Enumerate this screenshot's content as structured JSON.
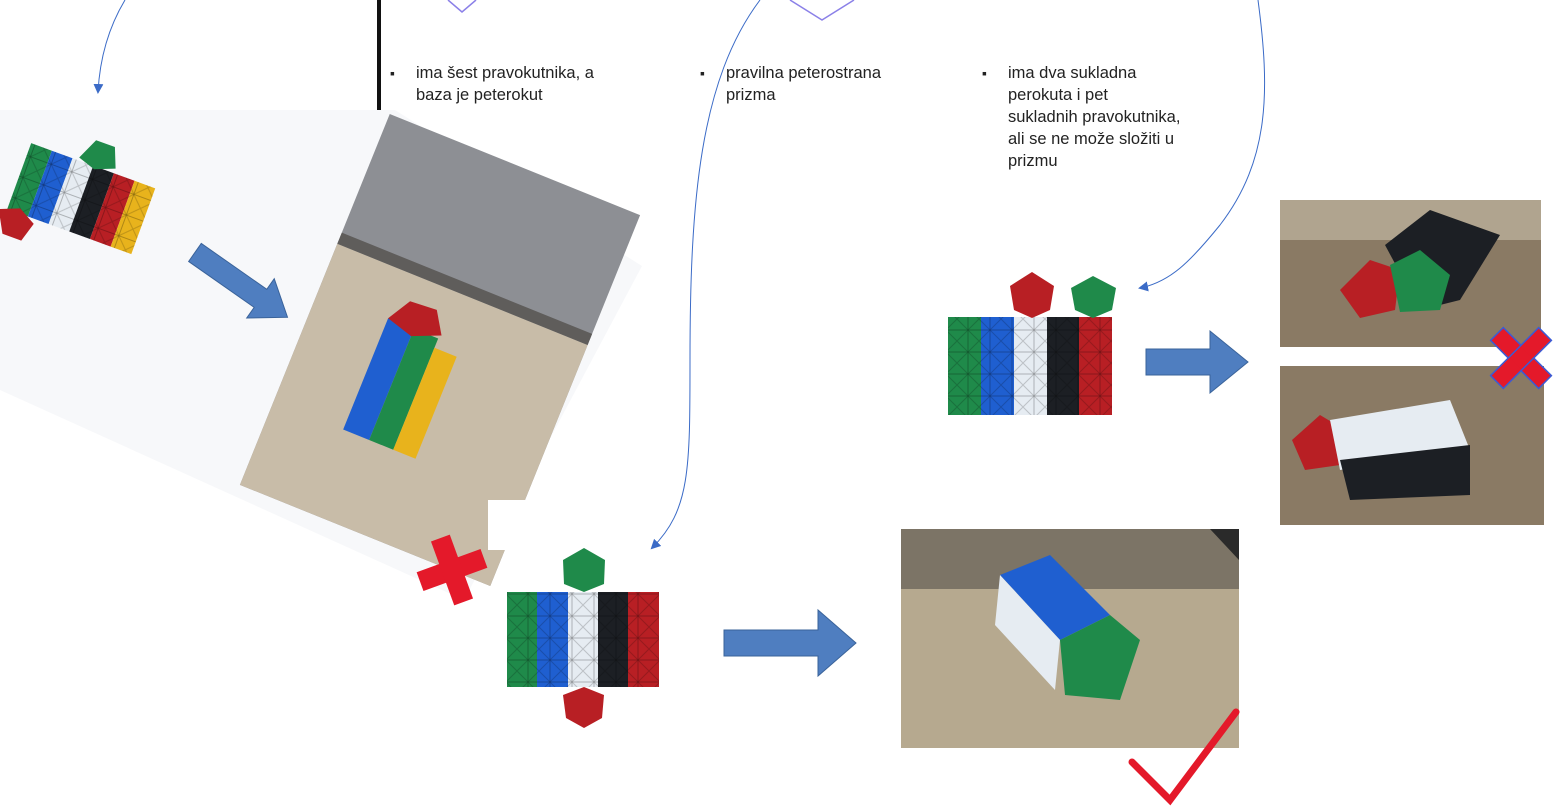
{
  "bullets": [
    {
      "text": "ima šest pravokutnika,  a\nbaza je peterokut"
    },
    {
      "text": "pravilna  peterostrana\nprizma"
    },
    {
      "text": "ima dva  sukladna\nperokuta  i pet\nsukladnih  pravokutnika,\nali se ne može složiti u\nprizmu"
    }
  ],
  "bullet_symbol": "▪",
  "colors": {
    "arrow_fill": "#4f7ec0",
    "arrow_stroke": "#3a639a",
    "connector": "#3b6bc7",
    "cross_red": "#e4192a",
    "cross_outline": "#3a5bd6",
    "check_red": "#e4192a",
    "diamond_stroke": "#8b80e8",
    "piece_green": "#1f8a4a",
    "piece_blue": "#1f5fd0",
    "piece_white": "#e6ecf2",
    "piece_black": "#1c1f24",
    "piece_red": "#b81f24",
    "piece_yellow": "#e8b31c"
  },
  "icons": {
    "cross": "red-x-icon",
    "check": "checkmark-icon",
    "arrow": "right-arrow-icon"
  }
}
